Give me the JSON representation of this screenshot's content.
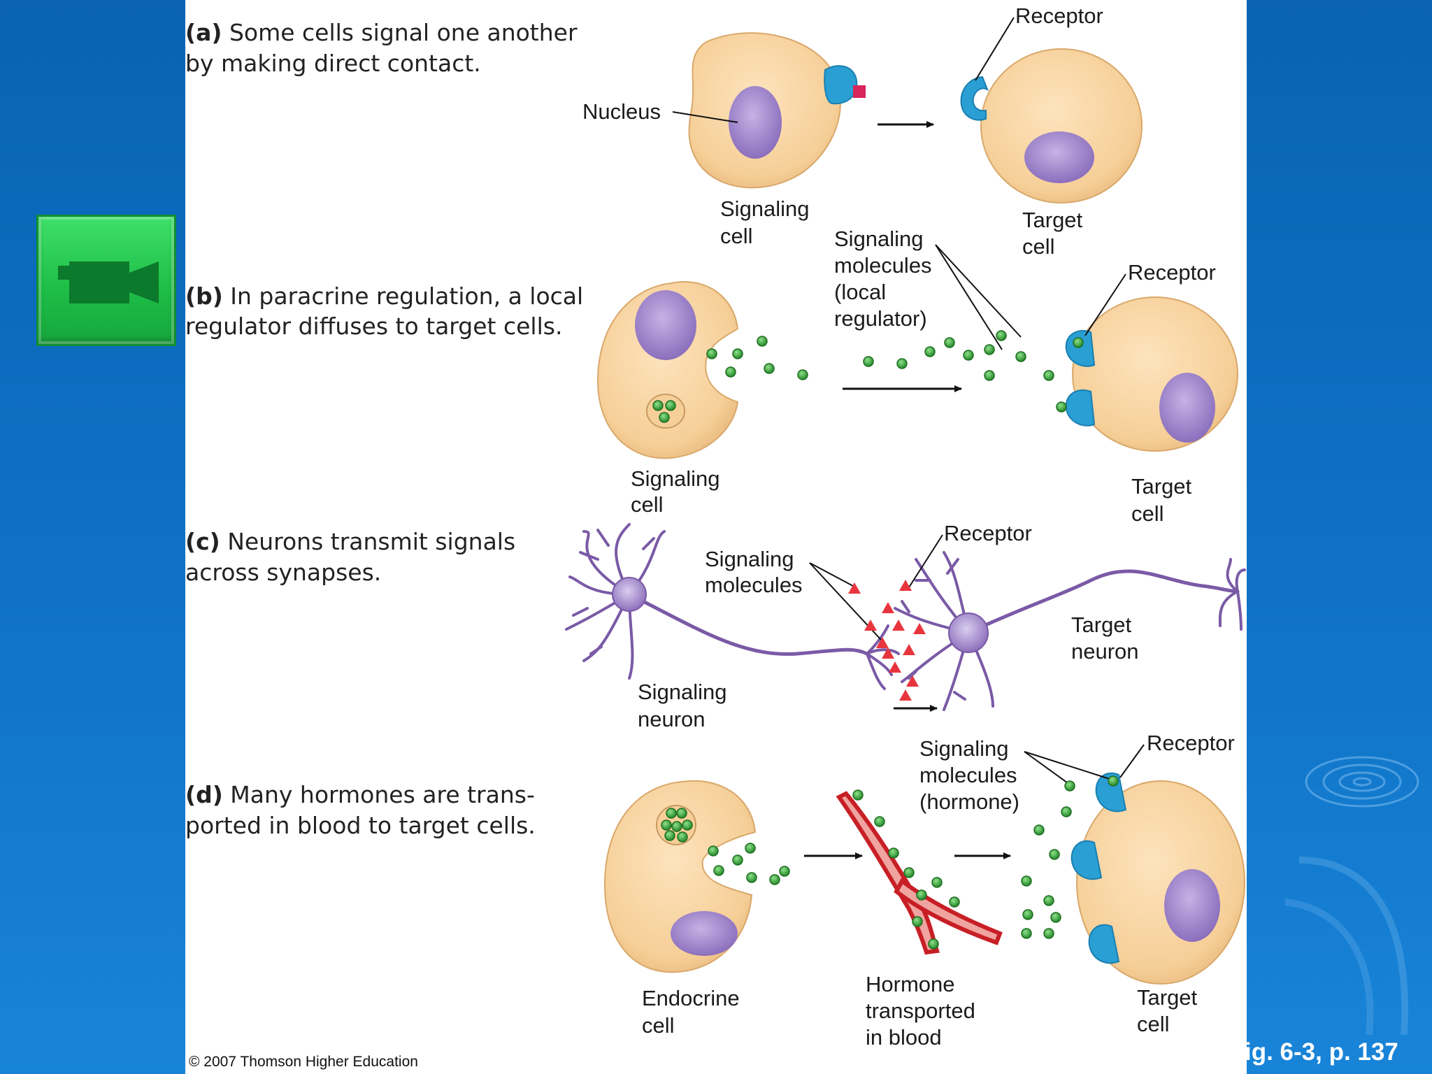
{
  "panels": {
    "a": {
      "letter": "(a)",
      "caption_line1": "Some cells signal one another",
      "caption_line2": "by making direct contact.",
      "nucleus_label": "Nucleus",
      "receptor_label": "Receptor",
      "signaling_cell_label": [
        "Signaling",
        "cell"
      ],
      "target_cell_label": [
        "Target",
        "cell"
      ]
    },
    "b": {
      "letter": "(b)",
      "caption_line1": "In paracrine regulation, a local",
      "caption_line2": "regulator diffuses to target cells.",
      "molecules_label": [
        "Signaling",
        "molecules",
        "(local",
        "regulator)"
      ],
      "receptor_label": "Receptor",
      "signaling_cell_label": [
        "Signaling",
        "cell"
      ],
      "target_cell_label": [
        "Target",
        "cell"
      ]
    },
    "c": {
      "letter": "(c)",
      "caption_line1": "Neurons transmit signals",
      "caption_line2": "across synapses.",
      "molecules_label": [
        "Signaling",
        "molecules"
      ],
      "receptor_label": "Receptor",
      "signaling_neuron_label": [
        "Signaling",
        "neuron"
      ],
      "target_neuron_label": [
        "Target",
        "neuron"
      ]
    },
    "d": {
      "letter": "(d)",
      "caption_line1": "Many hormones are trans-",
      "caption_line2": "ported in blood to target cells.",
      "molecules_label": [
        "Signaling",
        "molecules",
        "(hormone)"
      ],
      "receptor_label": "Receptor",
      "endocrine_label": [
        "Endocrine",
        "cell"
      ],
      "blood_label": [
        "Hormone",
        "transported",
        "in blood"
      ],
      "target_cell_label": [
        "Target",
        "cell"
      ]
    }
  },
  "copyright": "© 2007 Thomson Higher Education",
  "figure_ref": "ig. 6-3, p. 137",
  "icons": {
    "video_button": "video-camera-icon",
    "ripple": "water-ripple-icon"
  },
  "colors": {
    "background": "#0f72c6",
    "cell_fill": "#f8d3a0",
    "nucleus": "#9f86c9",
    "receptor": "#2a9fd4",
    "molecule_green": "#3caa3c",
    "molecule_red": "#e8353d",
    "neuron": "#7a5aa6",
    "blood_vessel": "#d02a2f",
    "video_button": "#22c24c"
  }
}
